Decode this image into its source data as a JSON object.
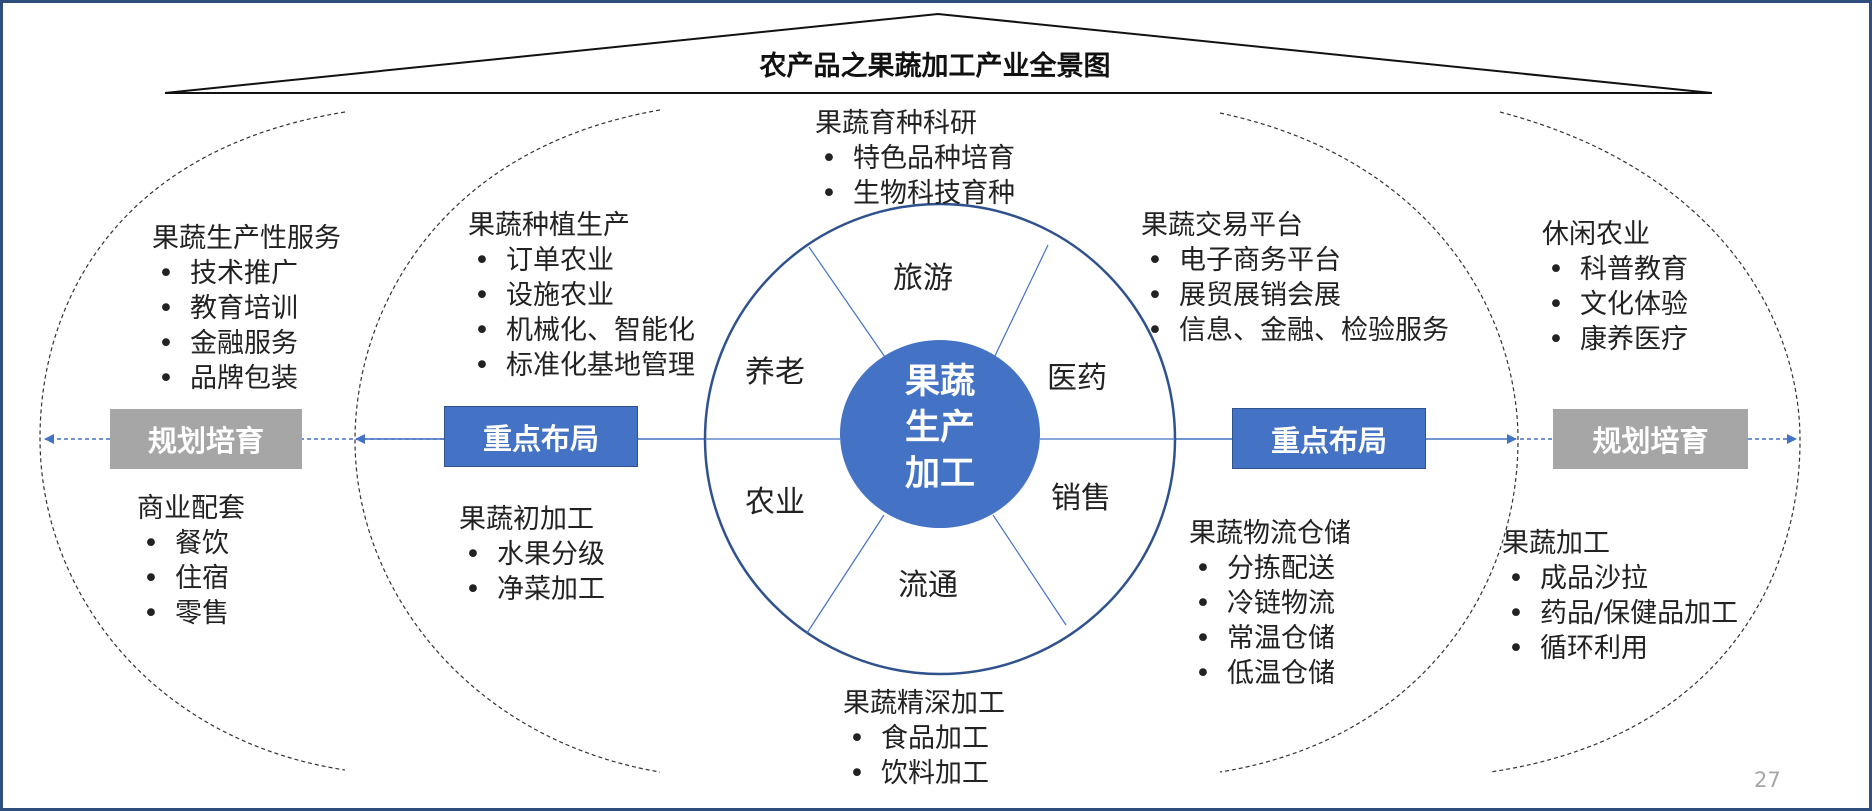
{
  "title": "农产品之果蔬加工产业全景图",
  "page_number": "27",
  "colors": {
    "accent_blue": "#4472c4",
    "badge_gray": "#a6a6a6",
    "frame": "#2e4f7e"
  },
  "center": {
    "lines": [
      "果蔬",
      "生产",
      "加工"
    ]
  },
  "ring_labels": {
    "top": "旅游",
    "upper_left": "养老",
    "upper_right": "医药",
    "lower_left": "农业",
    "lower_right": "销售",
    "bottom": "流通"
  },
  "badges": {
    "left_gray": "规划培育",
    "left_blue": "重点布局",
    "right_blue": "重点布局",
    "right_gray": "规划培育"
  },
  "groups": {
    "breeding": {
      "heading": "果蔬育种科研",
      "items": [
        "特色品种培育",
        "生物科技育种"
      ]
    },
    "deep_processing": {
      "heading": "果蔬精深加工",
      "items": [
        "食品加工",
        "饮料加工"
      ]
    },
    "planting": {
      "heading": "果蔬种植生产",
      "items": [
        "订单农业",
        "设施农业",
        "机械化、智能化",
        "标准化基地管理"
      ]
    },
    "primary_processing": {
      "heading": "果蔬初加工",
      "items": [
        "水果分级",
        "净菜加工"
      ]
    },
    "services": {
      "heading": "果蔬生产性服务",
      "items": [
        "技术推广",
        "教育培训",
        "金融服务",
        "品牌包装"
      ]
    },
    "commercial": {
      "heading": "商业配套",
      "items": [
        "餐饮",
        "住宿",
        "零售"
      ]
    },
    "trading": {
      "heading": "果蔬交易平台",
      "items": [
        "电子商务平台",
        "展贸展销会展",
        "信息、金融、检验服务"
      ]
    },
    "logistics": {
      "heading": "果蔬物流仓储",
      "items": [
        "分拣配送",
        "冷链物流",
        "常温仓储",
        "低温仓储"
      ]
    },
    "leisure": {
      "heading": "休闲农业",
      "items": [
        "科普教育",
        "文化体验",
        "康养医疗"
      ]
    },
    "processing": {
      "heading": "果蔬加工",
      "items": [
        "成品沙拉",
        "药品/保健品加工",
        "循环利用"
      ]
    }
  }
}
